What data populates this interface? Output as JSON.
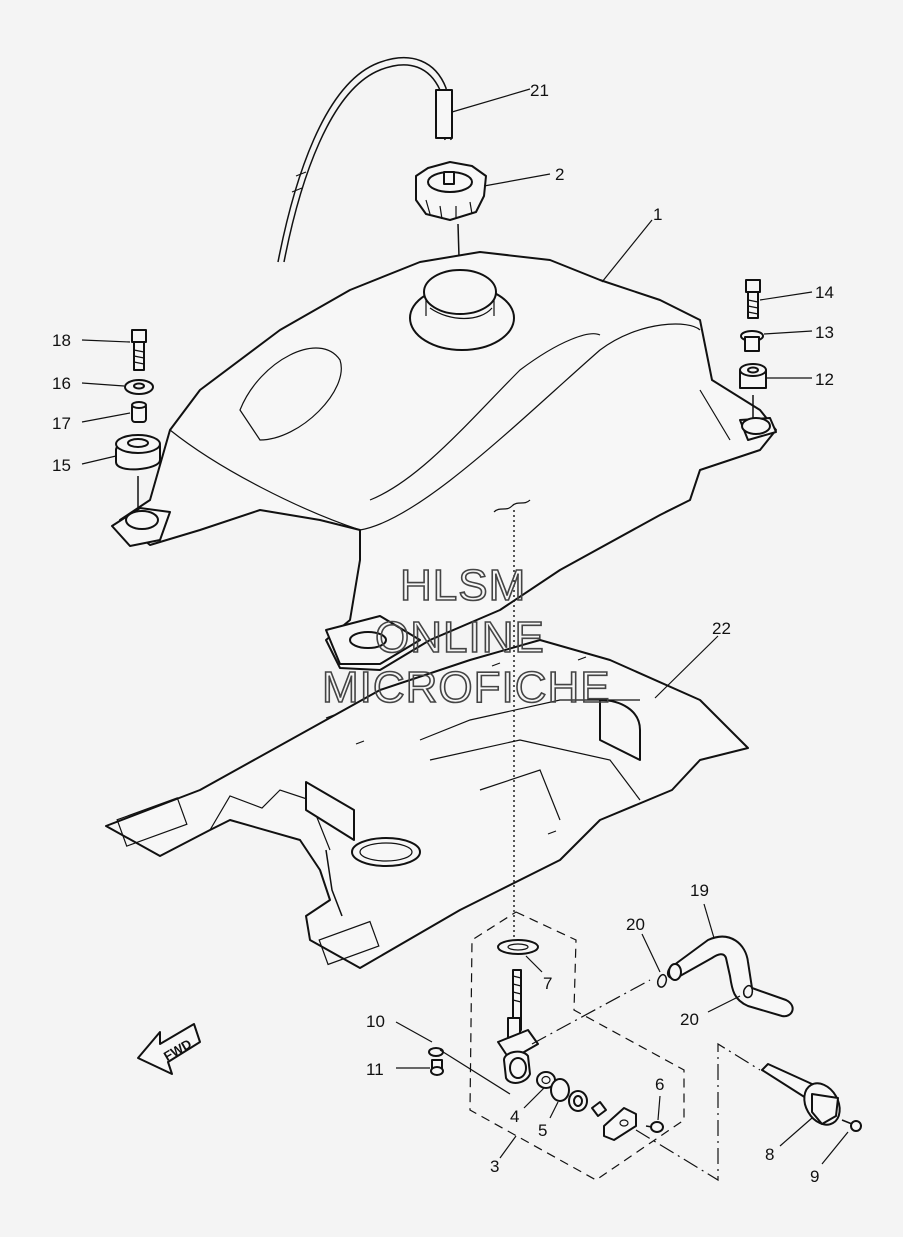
{
  "watermark": {
    "line1": "HLSM",
    "line2": "ONLINE",
    "line3": "MICROFICHE"
  },
  "direction_label": "FWD",
  "callouts": {
    "c1": "1",
    "c2": "2",
    "c3": "3",
    "c4": "4",
    "c5": "5",
    "c6": "6",
    "c7": "7",
    "c8": "8",
    "c9": "9",
    "c10": "10",
    "c11": "11",
    "c12": "12",
    "c13": "13",
    "c14": "14",
    "c15": "15",
    "c16": "16",
    "c17": "17",
    "c18": "18",
    "c19": "19",
    "c20a": "20",
    "c20b": "20",
    "c21": "21",
    "c22": "22"
  },
  "parts": [
    {
      "ref": "1",
      "icon": "fuel-tank"
    },
    {
      "ref": "2",
      "icon": "fuel-cap"
    },
    {
      "ref": "3",
      "icon": "fuel-cock-assembly"
    },
    {
      "ref": "4",
      "icon": "filter"
    },
    {
      "ref": "5",
      "icon": "o-ring"
    },
    {
      "ref": "6",
      "icon": "screw"
    },
    {
      "ref": "7",
      "icon": "gasket"
    },
    {
      "ref": "8",
      "icon": "lever"
    },
    {
      "ref": "9",
      "icon": "screw"
    },
    {
      "ref": "10",
      "icon": "washer"
    },
    {
      "ref": "11",
      "icon": "screw"
    },
    {
      "ref": "12",
      "icon": "damper"
    },
    {
      "ref": "13",
      "icon": "collar"
    },
    {
      "ref": "14",
      "icon": "bolt"
    },
    {
      "ref": "15",
      "icon": "damper"
    },
    {
      "ref": "16",
      "icon": "washer"
    },
    {
      "ref": "17",
      "icon": "collar"
    },
    {
      "ref": "18",
      "icon": "bolt"
    },
    {
      "ref": "19",
      "icon": "fuel-hose"
    },
    {
      "ref": "20",
      "icon": "clip"
    },
    {
      "ref": "21",
      "icon": "breather-hose"
    },
    {
      "ref": "22",
      "icon": "tank-cover"
    }
  ]
}
